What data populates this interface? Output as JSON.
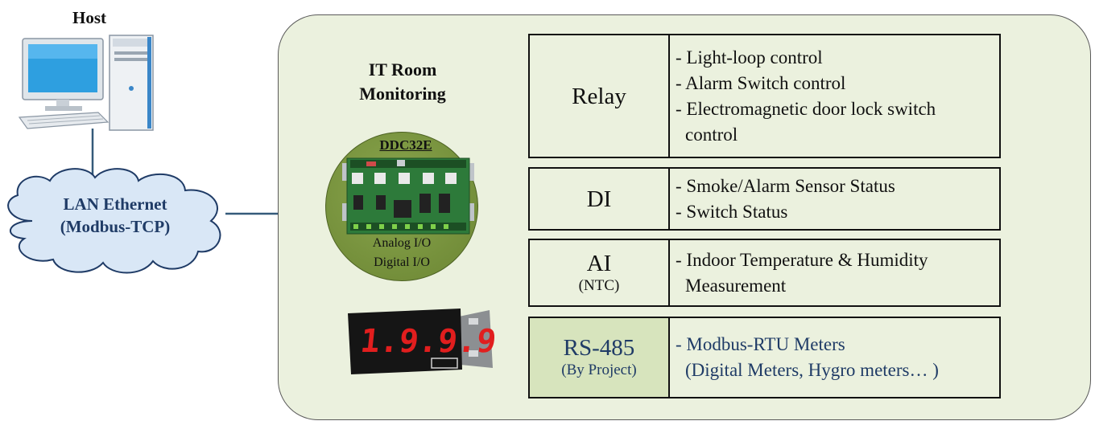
{
  "host": {
    "label": "Host"
  },
  "network": {
    "line1": "LAN Ethernet",
    "line2": "(Modbus-TCP)"
  },
  "panel": {
    "title_line1": "IT Room",
    "title_line2": "Monitoring",
    "device_label": "DDC32E",
    "device_sub1": "Analog I/O",
    "device_sub2": "Digital I/O",
    "meter_display": "1.9.9.9"
  },
  "rows": [
    {
      "name": "Relay",
      "sub": "",
      "items": [
        "- Light-loop control",
        "- Alarm Switch control",
        "- Electromagnetic door lock switch control"
      ]
    },
    {
      "name": "DI",
      "sub": "",
      "items": [
        "- Smoke/Alarm Sensor Status",
        "- Switch Status"
      ]
    },
    {
      "name": "AI",
      "sub": "(NTC)",
      "items": [
        "- Indoor Temperature & Humidity Measurement"
      ]
    },
    {
      "name": "RS-485",
      "sub": "(By Project)",
      "items": [
        "- Modbus-RTU Meters",
        "(Digital Meters, Hygro meters… )"
      ]
    }
  ],
  "colors": {
    "panel_fill": "#ebf1de",
    "device_circle": "#77923d",
    "accent_text": "#1f3b66",
    "rs485_cell": "#d7e4bd"
  }
}
